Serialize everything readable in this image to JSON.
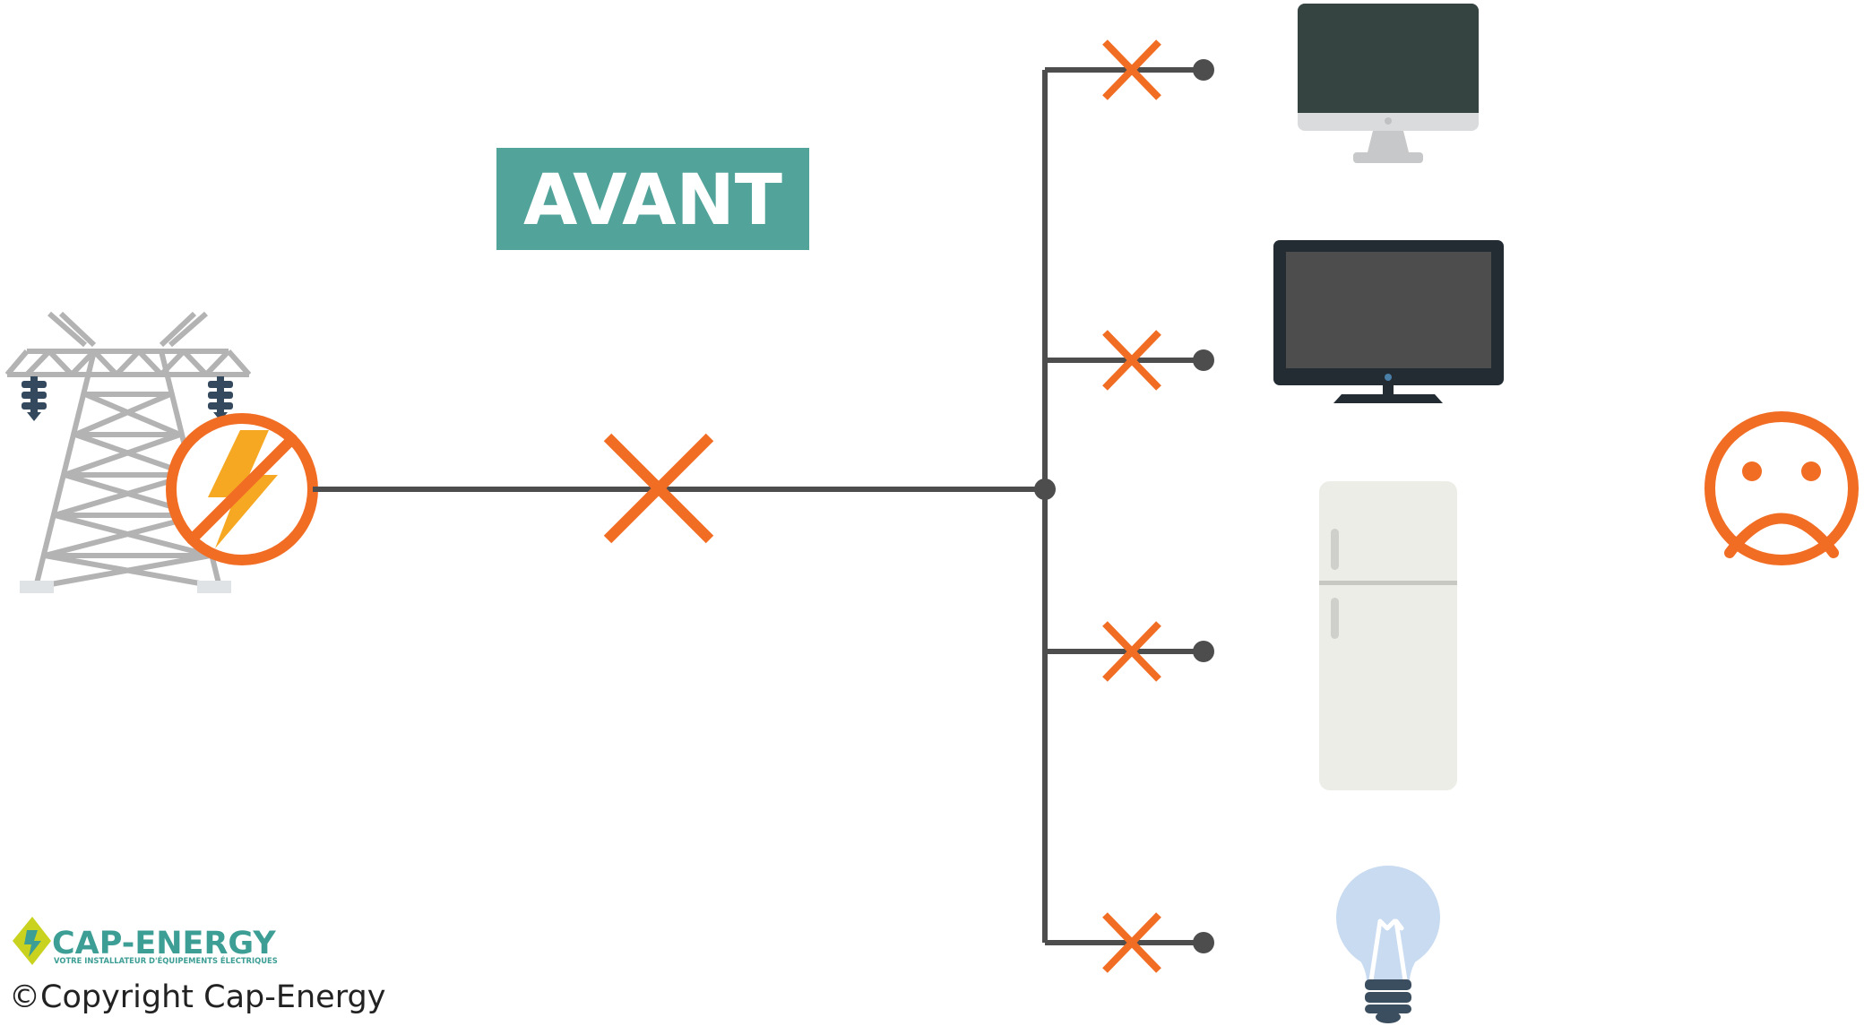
{
  "diagram": {
    "title": "AVANT",
    "state": "power-outage",
    "source_icon": "power-pylon-icon",
    "outage_icon": "no-power-icon",
    "fault_icon": "cross-icon",
    "mood_icon": "sad-face-icon",
    "appliances": [
      {
        "name": "computer",
        "icon": "computer-monitor-icon"
      },
      {
        "name": "television",
        "icon": "television-icon"
      },
      {
        "name": "refrigerator",
        "icon": "refrigerator-icon"
      },
      {
        "name": "light-bulb",
        "icon": "light-bulb-icon"
      }
    ]
  },
  "branding": {
    "logo_text": "CAP-ENERGY",
    "tagline": "VOTRE INSTALLATEUR D'ÉQUIPEMENTS ÉLECTRIQUES",
    "copyright": "©Copyright Cap-Energy"
  },
  "colors": {
    "title_bg": "#52a39a",
    "title_text": "#ffffff",
    "line": "#4d4d4d",
    "cross": "#f26d24",
    "pylon": "#b3b3b3",
    "bolt": "#f7a823",
    "brand": "#3d9e95",
    "brand_accent": "#c9d31f",
    "text": "#222222"
  }
}
